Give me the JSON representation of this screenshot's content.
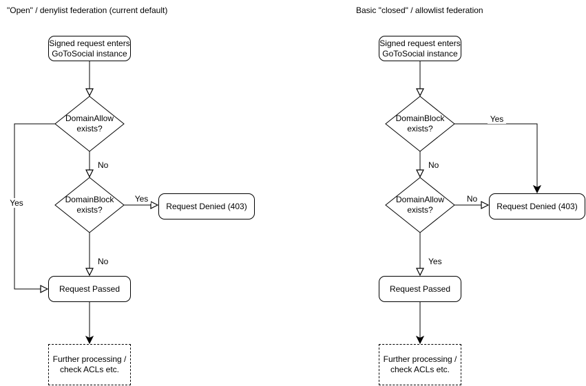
{
  "colors": {
    "stroke": "#000000",
    "node_fill": "#ffffff",
    "text": "#000000",
    "background": "#ffffff"
  },
  "flows": [
    {
      "id": "open-denylist",
      "title": "\"Open\" / denylist federation (current default)",
      "nodes": {
        "start": "Signed request enters\nGoToSocial instance",
        "decision1": "DomainAllow\nexists?",
        "decision2": "DomainBlock\nexists?",
        "denied": "Request Denied (403)",
        "passed": "Request Passed",
        "further": "Further processing /\ncheck ACLs etc."
      },
      "edge_labels": {
        "decision1_yes": "Yes",
        "decision1_no": "No",
        "decision2_yes": "Yes",
        "decision2_no": "No"
      }
    },
    {
      "id": "closed-allowlist",
      "title": "Basic \"closed\" / allowlist federation",
      "nodes": {
        "start": "Signed request enters\nGoToSocial instance",
        "decision1": "DomainBlock\nexists?",
        "decision2": "DomainAllow\nexists?",
        "denied": "Request Denied (403)",
        "passed": "Request Passed",
        "further": "Further processing /\ncheck ACLs etc."
      },
      "edge_labels": {
        "decision1_yes": "Yes",
        "decision1_no": "No",
        "decision2_no": "No",
        "decision2_yes": "Yes"
      }
    }
  ]
}
